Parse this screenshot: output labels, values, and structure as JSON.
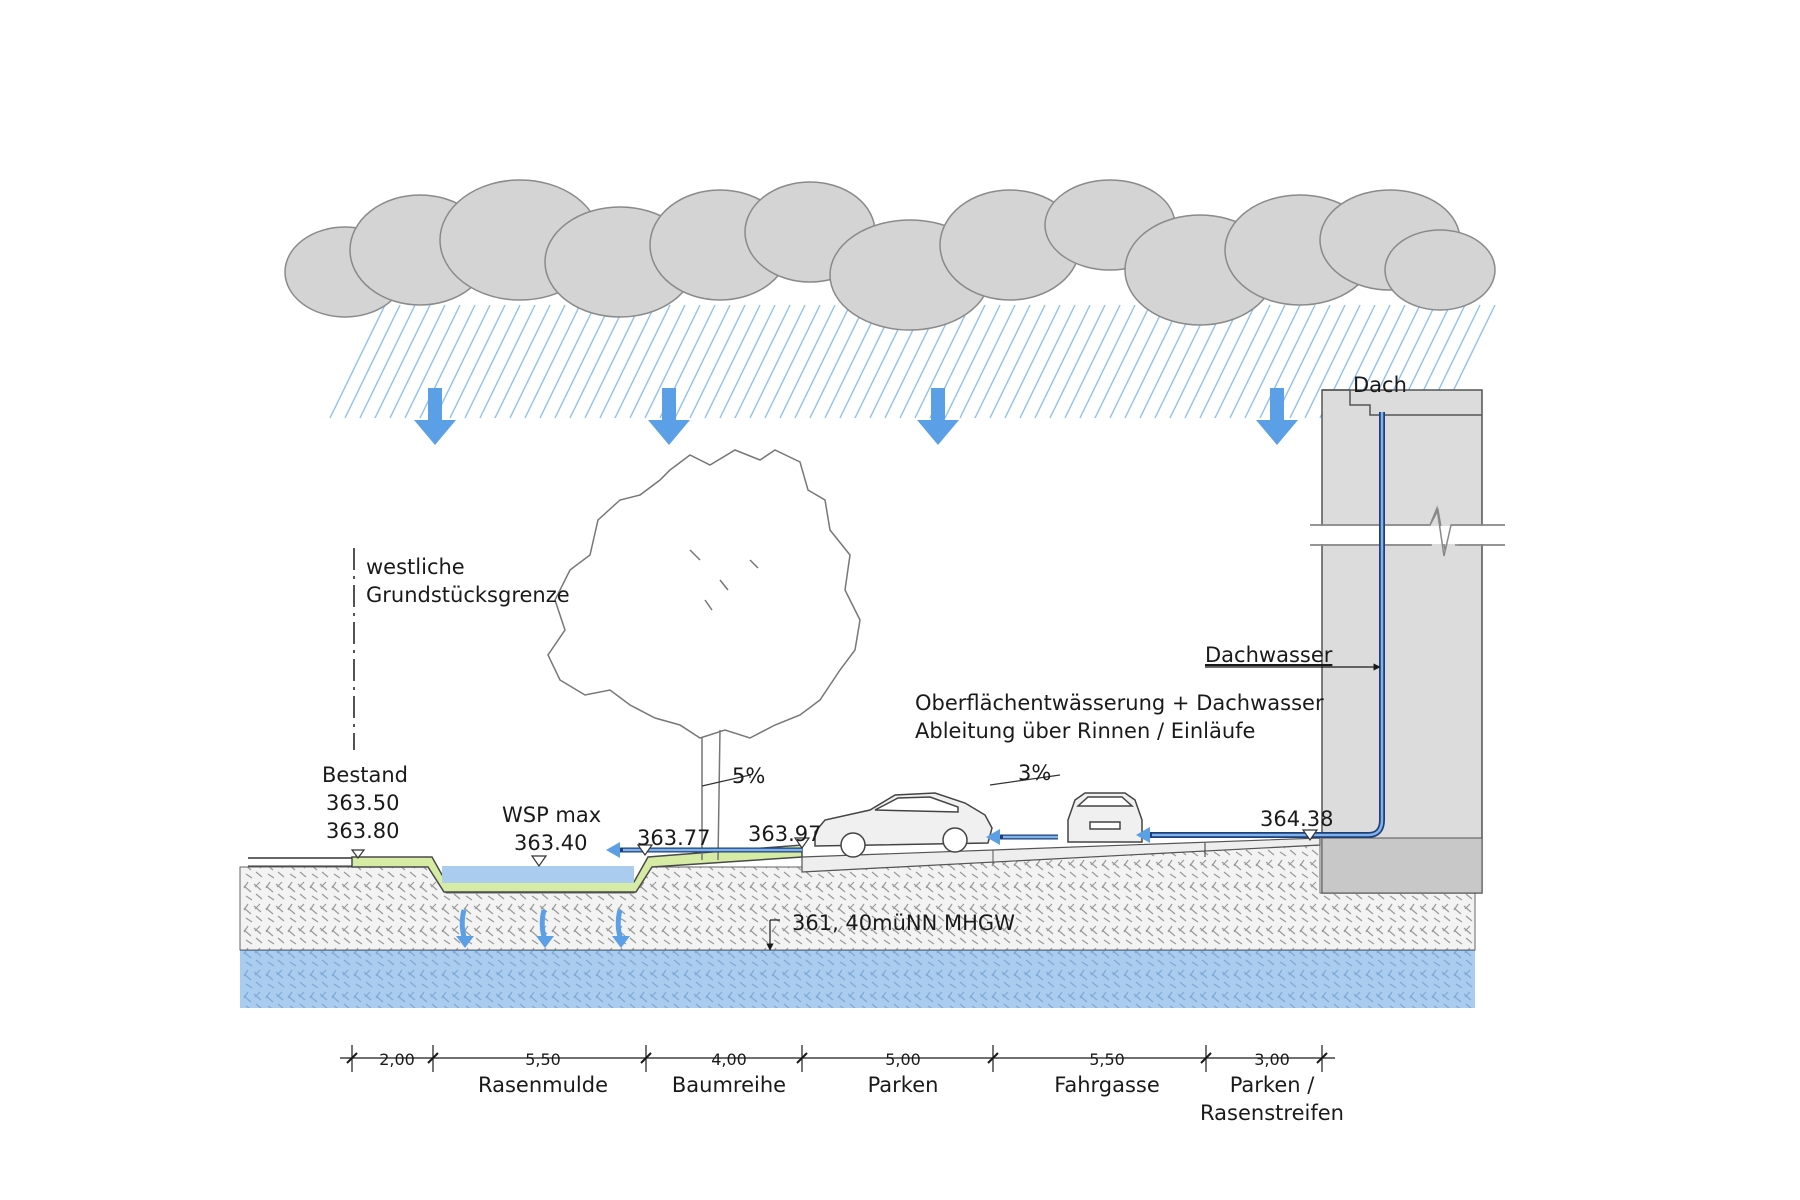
{
  "labels": {
    "dach": "Dach",
    "grenze_1": "westliche",
    "grenze_2": "Grundstücksgrenze",
    "dachwasser": "Dachwasser",
    "oberflaeche_1": "Oberflächentwässerung + Dachwasser",
    "oberflaeche_2": "Ableitung über Rinnen / Einläufe",
    "slope_tree": "5%",
    "slope_road": "3%",
    "bestand": "Bestand",
    "wsp_max": "WSP max",
    "mhgw": "361, 40müNN MHGW"
  },
  "elevations": {
    "bestand_1": "363.50",
    "bestand_2": "363.80",
    "wsp": "363.40",
    "left_of_tree": "363.77",
    "right_of_tree": "363.97",
    "building": "364.38"
  },
  "dimensions": [
    {
      "value": "2,00",
      "label": ""
    },
    {
      "value": "5,50",
      "label": "Rasenmulde"
    },
    {
      "value": "4,00",
      "label": "Baumreihe"
    },
    {
      "value": "5,00",
      "label": "Parken"
    },
    {
      "value": "5,50",
      "label": "Fahrgasse"
    },
    {
      "value": "3,00",
      "label": "Parken /",
      "label2": "Rasenstreifen"
    }
  ],
  "colors": {
    "water": "#a9ccef",
    "arrow": "#5b9fe6",
    "grass": "#d6eca4",
    "building": "#dcdcdc",
    "cloud": "#d4d4d4"
  },
  "icons": [
    "cloud-icon",
    "rain-icon",
    "tree-icon",
    "car-side-icon",
    "car-front-icon",
    "down-arrow-icon"
  ]
}
